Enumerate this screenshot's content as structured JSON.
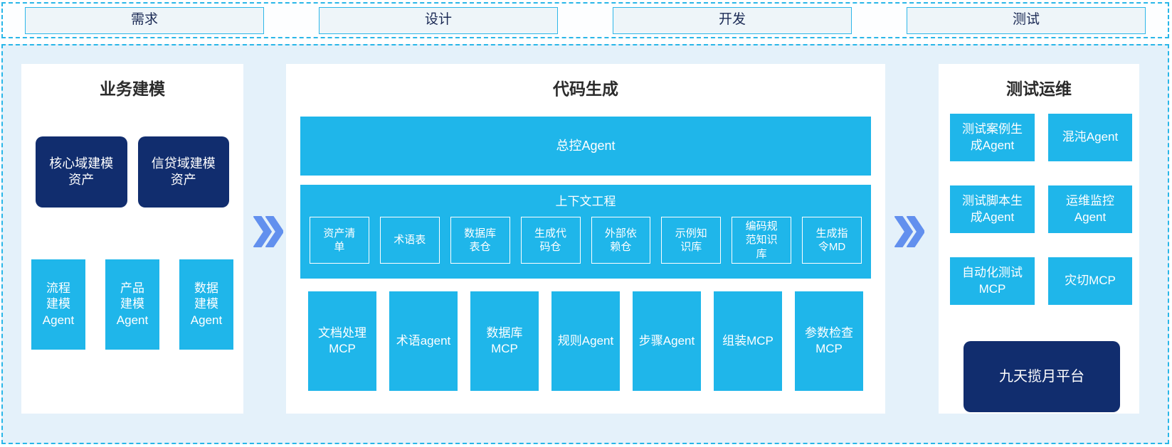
{
  "colors": {
    "cyan": "#1fb6ea",
    "navy": "#112d6e",
    "canvas_background": "#e4f1fa",
    "dashed_border": "#29b6e8",
    "phase_box_background": "#eef5f9",
    "phase_box_border": "#2eb7e9",
    "arrow_blue": "#6290ee"
  },
  "icons": {
    "flow_arrow": "double-chevron-right"
  },
  "top_phases": {
    "items": [
      {
        "label": "需求"
      },
      {
        "label": "设计"
      },
      {
        "label": "开发"
      },
      {
        "label": "测试"
      }
    ]
  },
  "business_modeling": {
    "title": "业务建模",
    "assets": [
      {
        "label": "核心域建模\n资产"
      },
      {
        "label": "信贷域建模\n资产"
      }
    ],
    "agents": [
      {
        "label": "流程\n建模\nAgent"
      },
      {
        "label": "产品\n建模\nAgent"
      },
      {
        "label": "数据\n建模\nAgent"
      }
    ]
  },
  "code_generation": {
    "title": "代码生成",
    "master_agent": "总控Agent",
    "context_engineering": {
      "title": "上下文工程",
      "items": [
        {
          "label": "资产清\n单"
        },
        {
          "label": "术语表"
        },
        {
          "label": "数据库\n表仓"
        },
        {
          "label": "生成代\n码仓"
        },
        {
          "label": "外部依\n赖仓"
        },
        {
          "label": "示例知\n识库"
        },
        {
          "label": "编码规\n范知识\n库"
        },
        {
          "label": "生成指\n令MD"
        }
      ]
    },
    "executors": [
      {
        "label": "文档处理\nMCP"
      },
      {
        "label": "术语agent"
      },
      {
        "label": "数据库\nMCP"
      },
      {
        "label": "规则Agent"
      },
      {
        "label": "步骤Agent"
      },
      {
        "label": "组装MCP"
      },
      {
        "label": "参数检查\nMCP"
      }
    ]
  },
  "test_ops": {
    "title": "测试运维",
    "boxes": [
      {
        "label": "测试案例生\n成Agent"
      },
      {
        "label": "混沌Agent"
      },
      {
        "label": "测试脚本生\n成Agent"
      },
      {
        "label": "运维监控\nAgent"
      },
      {
        "label": "自动化测试\nMCP"
      },
      {
        "label": "灾切MCP"
      }
    ],
    "platform": {
      "label": "九天揽月平台"
    }
  }
}
